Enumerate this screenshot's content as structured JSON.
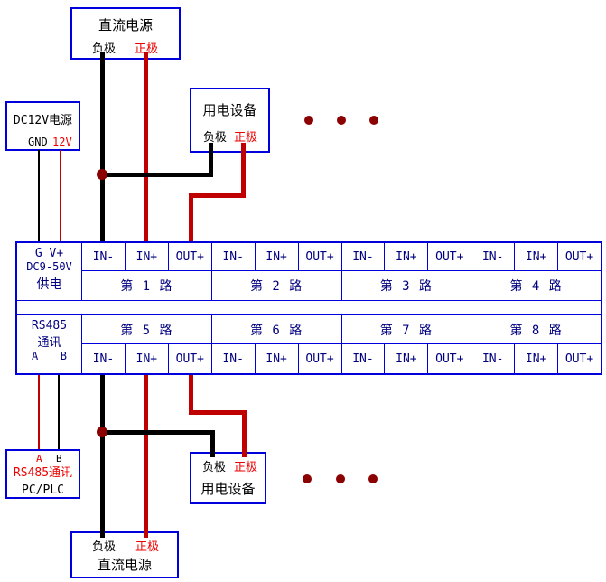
{
  "colors": {
    "background": "#ffffff",
    "box_border": "#0000dd",
    "block_text": "#000080",
    "wire_black": "#000000",
    "wire_red": "#c00000",
    "text_red": "#ee0000",
    "text_black": "#000000",
    "dot": "#8b0000"
  },
  "top_section": {
    "dc_source": {
      "title": "直流电源",
      "neg_label": "负极",
      "pos_label": "正极"
    },
    "dc12v_supply": {
      "title": "DC12V电源",
      "gnd_label": "GND",
      "v12_label": "12V"
    },
    "load_device": {
      "title": "用电设备",
      "neg_label": "负极",
      "pos_label": "正极"
    }
  },
  "terminal_block": {
    "power_header": {
      "line1": "G  V+",
      "line2": "DC9-50V",
      "line3": "供电"
    },
    "comm_header": {
      "line1": "RS485",
      "line2": "通讯",
      "a_label": "A",
      "b_label": "B"
    },
    "top_channels": [
      {
        "label": "第 1 路",
        "terminals": [
          "IN-",
          "IN+",
          "OUT+"
        ]
      },
      {
        "label": "第 2 路",
        "terminals": [
          "IN-",
          "IN+",
          "OUT+"
        ]
      },
      {
        "label": "第 3 路",
        "terminals": [
          "IN-",
          "IN+",
          "OUT+"
        ]
      },
      {
        "label": "第 4 路",
        "terminals": [
          "IN-",
          "IN+",
          "OUT+"
        ]
      }
    ],
    "bottom_channels": [
      {
        "label": "第 5 路",
        "terminals": [
          "IN-",
          "IN+",
          "OUT+"
        ]
      },
      {
        "label": "第 6 路",
        "terminals": [
          "IN-",
          "IN+",
          "OUT+"
        ]
      },
      {
        "label": "第 7 路",
        "terminals": [
          "IN-",
          "IN+",
          "OUT+"
        ]
      },
      {
        "label": "第 8 路",
        "terminals": [
          "IN-",
          "IN+",
          "OUT+"
        ]
      }
    ]
  },
  "bottom_section": {
    "rs485_host": {
      "a_label": "A",
      "b_label": "B",
      "line1": "RS485通讯",
      "line2": "PC/PLC"
    },
    "load_device": {
      "neg_label": "负极",
      "pos_label": "正极",
      "title": "用电设备"
    },
    "dc_source": {
      "neg_label": "负极",
      "pos_label": "正极",
      "title": "直流电源"
    }
  }
}
